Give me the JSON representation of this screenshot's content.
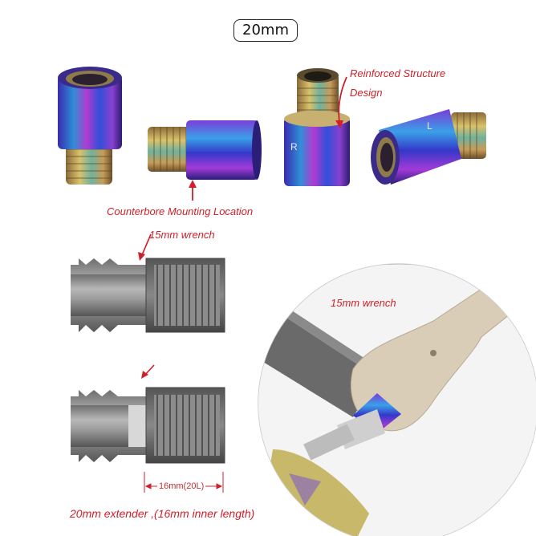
{
  "header": {
    "size_badge": "20mm"
  },
  "photos": {
    "label_reinforced_1": "Reinforced Structure",
    "label_reinforced_2": "Design",
    "label_counterbore": "Counterbore Mounting Location",
    "engraving_r": "R",
    "engraving_l": "L"
  },
  "diagram": {
    "wrench_label_top": "15mm wrench",
    "dimension_label": "16mm(20L)",
    "caption": "20mm extender ,(16mm inner length)"
  },
  "closeup": {
    "wrench_label": "15mm wrench"
  }
}
